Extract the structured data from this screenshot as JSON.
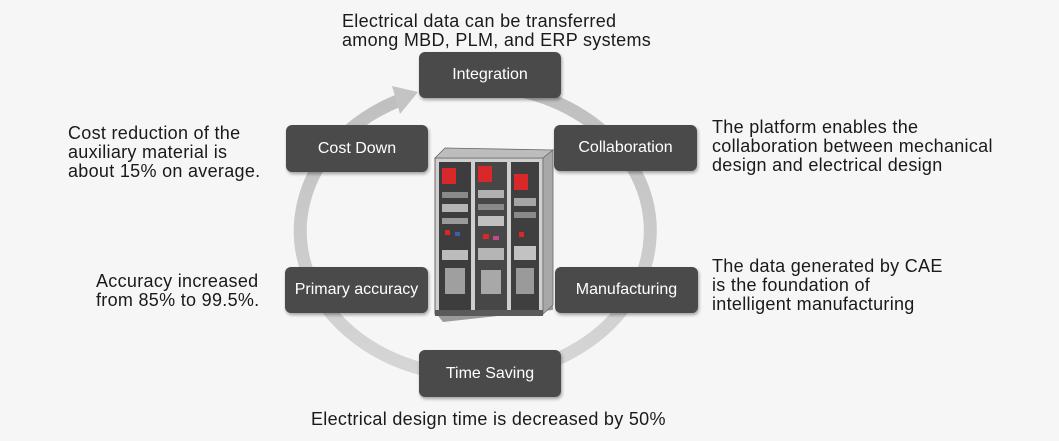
{
  "nodes": {
    "integration": "Integration",
    "collaboration": "Collaboration",
    "manufacturing": "Manufacturing",
    "time_saving": "Time Saving",
    "primary_accuracy": "Primary accuracy",
    "cost_down": "Cost Down"
  },
  "descriptions": {
    "integration": "Electrical data can be transferred\namong MBD, PLM, and ERP systems",
    "collaboration": "The platform enables the\ncollaboration between mechanical\ndesign and electrical design",
    "manufacturing": "The data generated by CAE\nis the foundation of\nintelligent manufacturing",
    "time_saving": "Electrical design time is decreased by 50%",
    "primary_accuracy": "Accuracy increased\nfrom 85% to 99.5%.",
    "cost_down": "Cost reduction of the\nauxiliary material is\nabout 15% on average."
  },
  "colors": {
    "node_fill": "#4a4a4a",
    "ring": "#c8c8c8",
    "cabinet_red": "#d8282a"
  }
}
